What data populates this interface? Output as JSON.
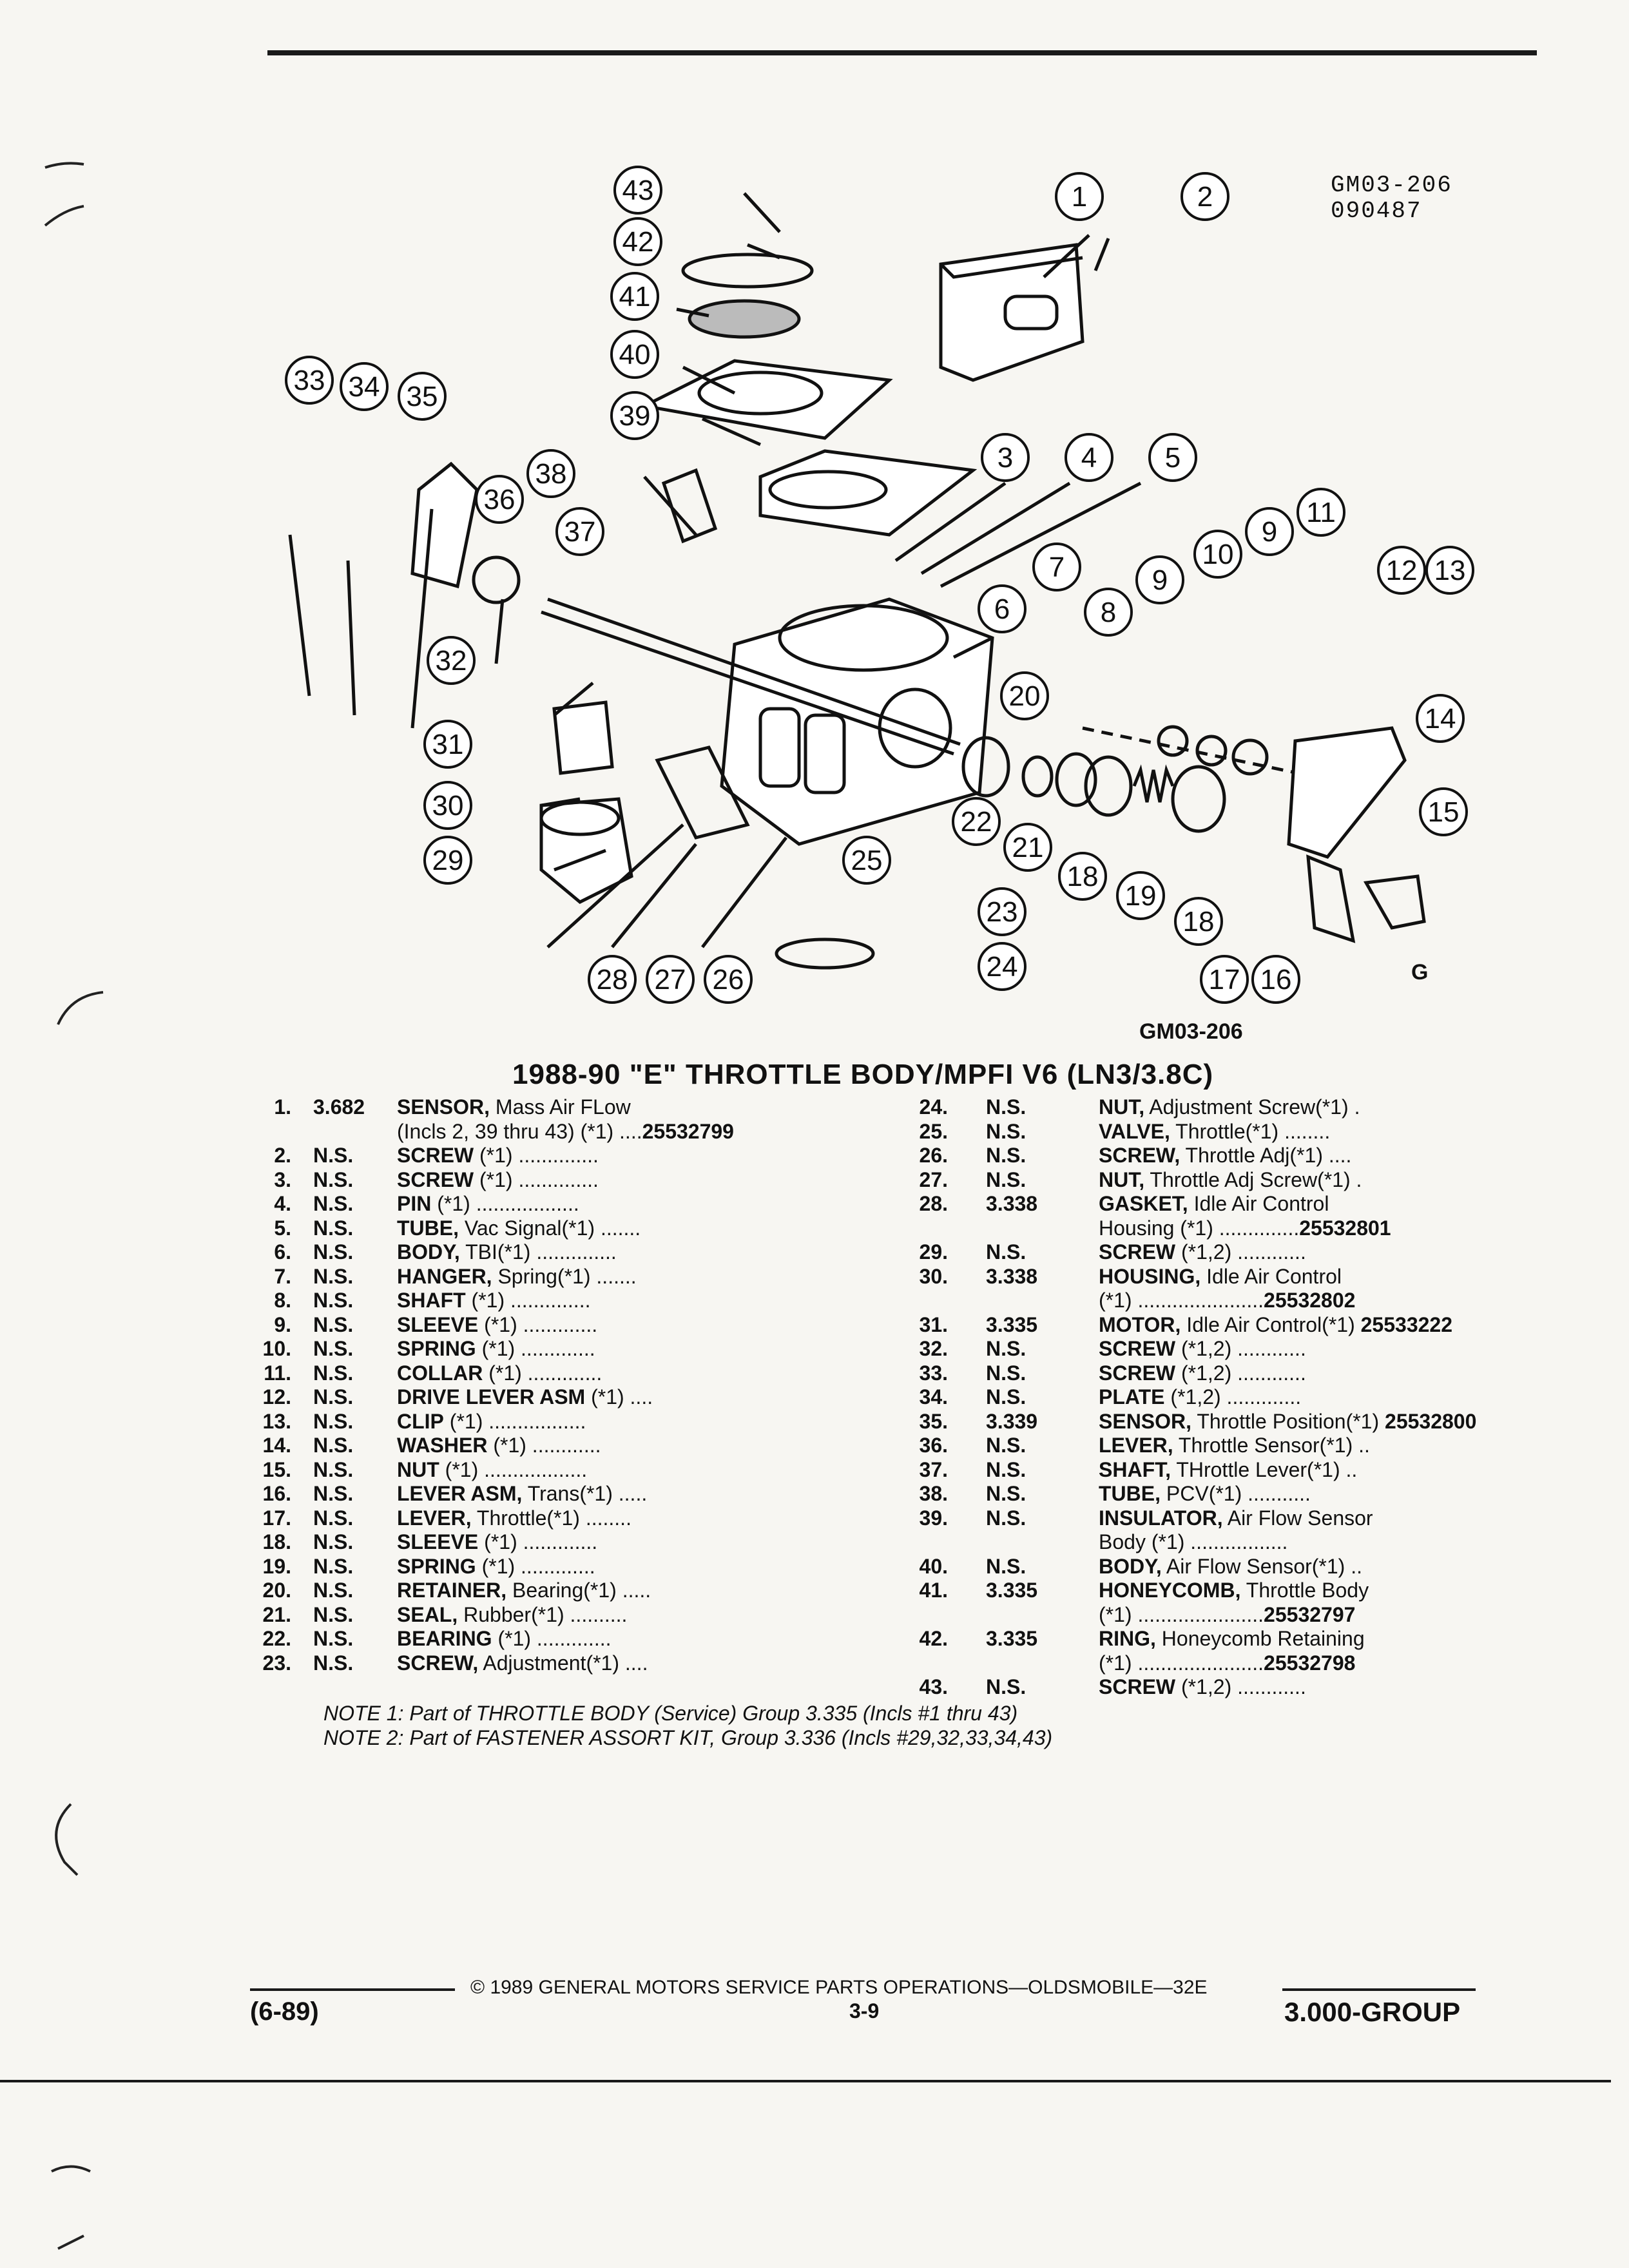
{
  "diagram": {
    "code_top": "GM03-206",
    "code_date": "090487",
    "caption": "GM03-206",
    "logo": "G",
    "callouts": [
      "1",
      "2",
      "3",
      "4",
      "5",
      "6",
      "7",
      "8",
      "9",
      "9",
      "10",
      "11",
      "12",
      "13",
      "14",
      "15",
      "16",
      "17",
      "18",
      "18",
      "19",
      "20",
      "21",
      "22",
      "23",
      "24",
      "25",
      "26",
      "27",
      "28",
      "29",
      "30",
      "31",
      "32",
      "33",
      "34",
      "35",
      "36",
      "37",
      "38",
      "39",
      "40",
      "41",
      "42",
      "43"
    ]
  },
  "title": "1988-90 \"E\" THROTTLE BODY/MPFI V6 (LN3/3.8C)",
  "parts_left": [
    {
      "num": "1.",
      "group": "3.682",
      "name": "SENSOR,",
      "desc": "Mass Air FLow",
      "leader": "",
      "pn": ""
    },
    {
      "num": "",
      "group": "",
      "name": "",
      "desc": "(Incls 2, 39 thru 43) (*1)",
      "leader": "....",
      "pn": "25532799"
    },
    {
      "num": "2.",
      "group": "N.S.",
      "name": "SCREW",
      "desc": "(*1)",
      "leader": "..............",
      "pn": ""
    },
    {
      "num": "3.",
      "group": "N.S.",
      "name": "SCREW",
      "desc": "(*1)",
      "leader": "..............",
      "pn": ""
    },
    {
      "num": "4.",
      "group": "N.S.",
      "name": "PIN",
      "desc": "(*1)",
      "leader": "..................",
      "pn": ""
    },
    {
      "num": "5.",
      "group": "N.S.",
      "name": "TUBE,",
      "desc": "Vac Signal(*1)",
      "leader": ".......",
      "pn": ""
    },
    {
      "num": "6.",
      "group": "N.S.",
      "name": "BODY,",
      "desc": "TBI(*1)",
      "leader": "..............",
      "pn": ""
    },
    {
      "num": "7.",
      "group": "N.S.",
      "name": "HANGER,",
      "desc": "Spring(*1)",
      "leader": ".......",
      "pn": ""
    },
    {
      "num": "8.",
      "group": "N.S.",
      "name": "SHAFT",
      "desc": "(*1)",
      "leader": "..............",
      "pn": ""
    },
    {
      "num": "9.",
      "group": "N.S.",
      "name": "SLEEVE",
      "desc": "(*1)",
      "leader": ".............",
      "pn": ""
    },
    {
      "num": "10.",
      "group": "N.S.",
      "name": "SPRING",
      "desc": "(*1)",
      "leader": ".............",
      "pn": ""
    },
    {
      "num": "11.",
      "group": "N.S.",
      "name": "COLLAR",
      "desc": "(*1)",
      "leader": ".............",
      "pn": ""
    },
    {
      "num": "12.",
      "group": "N.S.",
      "name": "DRIVE LEVER ASM",
      "desc": "(*1)",
      "leader": "....",
      "pn": ""
    },
    {
      "num": "13.",
      "group": "N.S.",
      "name": "CLIP",
      "desc": "(*1)",
      "leader": ".................",
      "pn": ""
    },
    {
      "num": "14.",
      "group": "N.S.",
      "name": "WASHER",
      "desc": "(*1)",
      "leader": "............",
      "pn": ""
    },
    {
      "num": "15.",
      "group": "N.S.",
      "name": "NUT",
      "desc": "(*1)",
      "leader": "..................",
      "pn": ""
    },
    {
      "num": "16.",
      "group": "N.S.",
      "name": "LEVER ASM,",
      "desc": "Trans(*1)",
      "leader": ".....",
      "pn": ""
    },
    {
      "num": "17.",
      "group": "N.S.",
      "name": "LEVER,",
      "desc": "Throttle(*1)",
      "leader": "........",
      "pn": ""
    },
    {
      "num": "18.",
      "group": "N.S.",
      "name": "SLEEVE",
      "desc": "(*1)",
      "leader": ".............",
      "pn": ""
    },
    {
      "num": "19.",
      "group": "N.S.",
      "name": "SPRING",
      "desc": "(*1)",
      "leader": ".............",
      "pn": ""
    },
    {
      "num": "20.",
      "group": "N.S.",
      "name": "RETAINER,",
      "desc": "Bearing(*1)",
      "leader": ".....",
      "pn": ""
    },
    {
      "num": "21.",
      "group": "N.S.",
      "name": "SEAL,",
      "desc": "Rubber(*1)",
      "leader": "..........",
      "pn": ""
    },
    {
      "num": "22.",
      "group": "N.S.",
      "name": "BEARING",
      "desc": "(*1)",
      "leader": ".............",
      "pn": ""
    },
    {
      "num": "23.",
      "group": "N.S.",
      "name": "SCREW,",
      "desc": "Adjustment(*1)",
      "leader": "....",
      "pn": ""
    }
  ],
  "parts_right": [
    {
      "num": "24.",
      "group": "N.S.",
      "name": "NUT,",
      "desc": "Adjustment Screw(*1)",
      "leader": ".",
      "pn": ""
    },
    {
      "num": "25.",
      "group": "N.S.",
      "name": "VALVE,",
      "desc": "Throttle(*1)",
      "leader": "........",
      "pn": ""
    },
    {
      "num": "26.",
      "group": "N.S.",
      "name": "SCREW,",
      "desc": "Throttle Adj(*1)",
      "leader": "....",
      "pn": ""
    },
    {
      "num": "27.",
      "group": "N.S.",
      "name": "NUT,",
      "desc": "Throttle Adj Screw(*1)",
      "leader": ".",
      "pn": ""
    },
    {
      "num": "28.",
      "group": "3.338",
      "name": "GASKET,",
      "desc": "Idle Air Control",
      "leader": "",
      "pn": ""
    },
    {
      "num": "",
      "group": "",
      "name": "",
      "desc": "Housing (*1)",
      "leader": "..............",
      "pn": "25532801"
    },
    {
      "num": "29.",
      "group": "N.S.",
      "name": "SCREW",
      "desc": "(*1,2)",
      "leader": "............",
      "pn": ""
    },
    {
      "num": "30.",
      "group": "3.338",
      "name": "HOUSING,",
      "desc": "Idle Air Control",
      "leader": "",
      "pn": ""
    },
    {
      "num": "",
      "group": "",
      "name": "",
      "desc": "(*1)",
      "leader": "......................",
      "pn": "25532802"
    },
    {
      "num": "31.",
      "group": "3.335",
      "name": "MOTOR,",
      "desc": "Idle Air Control(*1)",
      "leader": "",
      "pn": "25533222"
    },
    {
      "num": "32.",
      "group": "N.S.",
      "name": "SCREW",
      "desc": "(*1,2)",
      "leader": "............",
      "pn": ""
    },
    {
      "num": "33.",
      "group": "N.S.",
      "name": "SCREW",
      "desc": "(*1,2)",
      "leader": "............",
      "pn": ""
    },
    {
      "num": "34.",
      "group": "N.S.",
      "name": "PLATE",
      "desc": "(*1,2)",
      "leader": ".............",
      "pn": ""
    },
    {
      "num": "35.",
      "group": "3.339",
      "name": "SENSOR,",
      "desc": "Throttle Position(*1)",
      "leader": "",
      "pn": "25532800"
    },
    {
      "num": "36.",
      "group": "N.S.",
      "name": "LEVER,",
      "desc": "Throttle Sensor(*1)",
      "leader": "..",
      "pn": ""
    },
    {
      "num": "37.",
      "group": "N.S.",
      "name": "SHAFT,",
      "desc": "THrottle Lever(*1)",
      "leader": "..",
      "pn": ""
    },
    {
      "num": "38.",
      "group": "N.S.",
      "name": "TUBE,",
      "desc": "PCV(*1)",
      "leader": "...........",
      "pn": ""
    },
    {
      "num": "39.",
      "group": "N.S.",
      "name": "INSULATOR,",
      "desc": "Air Flow Sensor",
      "leader": "",
      "pn": ""
    },
    {
      "num": "",
      "group": "",
      "name": "",
      "desc": "Body (*1)",
      "leader": ".................",
      "pn": ""
    },
    {
      "num": "40.",
      "group": "N.S.",
      "name": "BODY,",
      "desc": "Air Flow Sensor(*1)",
      "leader": "..",
      "pn": ""
    },
    {
      "num": "41.",
      "group": "3.335",
      "name": "HONEYCOMB,",
      "desc": "Throttle Body",
      "leader": "",
      "pn": ""
    },
    {
      "num": "",
      "group": "",
      "name": "",
      "desc": "(*1)",
      "leader": "......................",
      "pn": "25532797"
    },
    {
      "num": "42.",
      "group": "3.335",
      "name": "RING,",
      "desc": "Honeycomb Retaining",
      "leader": "",
      "pn": ""
    },
    {
      "num": "",
      "group": "",
      "name": "",
      "desc": "(*1)",
      "leader": "......................",
      "pn": "25532798"
    },
    {
      "num": "43.",
      "group": "N.S.",
      "name": "SCREW",
      "desc": "(*1,2)",
      "leader": "............",
      "pn": ""
    }
  ],
  "notes": [
    "NOTE 1: Part of THROTTLE BODY (Service) Group 3.335 (Incls #1 thru 43)",
    "NOTE 2: Part of FASTENER ASSORT KIT, Group 3.336 (Incls #29,32,33,34,43)"
  ],
  "footer": {
    "copyright": "© 1989 GENERAL MOTORS SERVICE PARTS OPERATIONS—OLDSMOBILE—32E",
    "date": "(6-89)",
    "page": "3-9",
    "group": "3.000-GROUP"
  }
}
